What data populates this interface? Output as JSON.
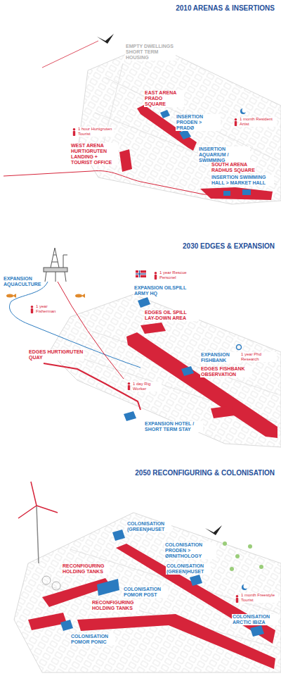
{
  "diagram": {
    "labels": [
      "2010 ARENAS & INSERTIONS",
      "EMPTY DWELLINGS SHORT TERM HOUSING",
      "EAST ARENA PRADO SQUARE",
      "INSERTION PRODEN > PRADØ",
      "1 month Resident Artist",
      "1 hour Hurtigruten Tourist",
      "WEST ARENA HURTIGRUTEN LANDING + TOURIST OFFICE",
      "INSERTION AQUARIUM / SWIMMING",
      "SOUTH ARENA RADHUS SQUARE",
      "INSERTION SWIMMING HALL > MARKET HALL",
      "2030 EDGES & EXPANSION",
      "EXPANSION OILSPILL ARMY HQ",
      "1 year Rescue Personel",
      "EDGES OIL SPILL LAY-DOWN AREA",
      "EXPANSION AQUACULTURE",
      "1 year Fisherman",
      "EDGES HURTIGRUTEN QUAY",
      "EXPANSION FISHBANK",
      "1 year Phd Research",
      "EDGES FISHBANK OBSERVATION",
      "1 day Rig Worker",
      "EXPANSION HOTEL / SHORT TERM STAY",
      "2050 RECONFIGURING & COLONISATION",
      "COLONISATION (GREEN)HUSET",
      "COLONISATION PRODEN > ØRNITHOLOGY",
      "COLONISATION (GREEN)HUSET",
      "RECONFIGURING HOLDING TANKS",
      "COLONISATION POMOR POST",
      "RECONFIGURING HOLDING TANKS",
      "1 month Freestyle Tourist",
      "COLONISATION ARCTIC IBIZA",
      "COLONISATION POMOR PONIC"
    ]
  }
}
